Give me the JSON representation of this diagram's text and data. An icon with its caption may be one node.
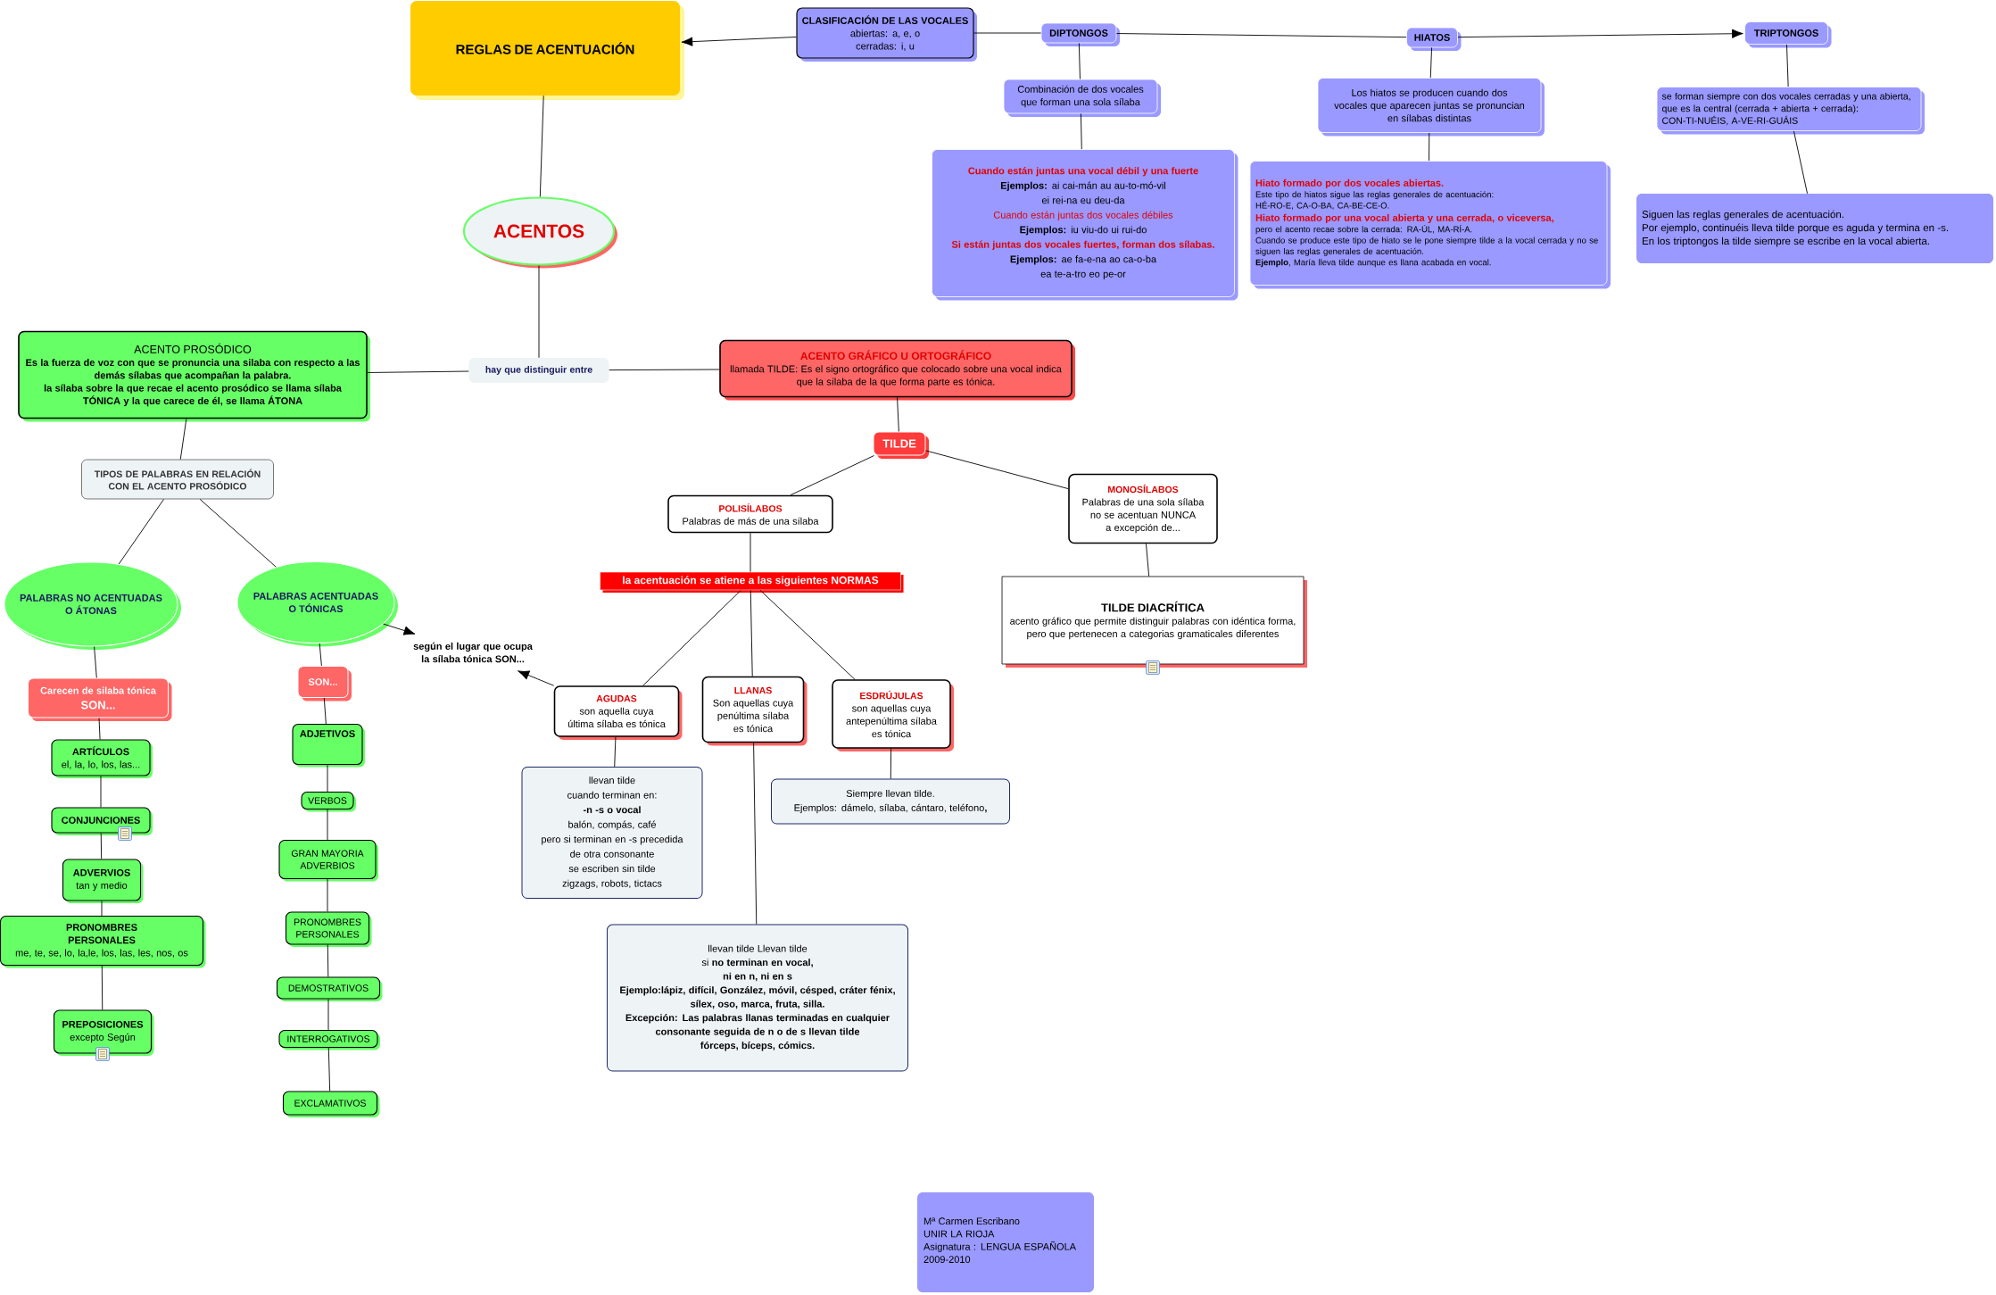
{
  "diagram": {
    "nodes": [
      {
        "text": [
          "REGLAS DE ACENTUACIÓN"
        ]
      },
      {
        "text": [
          "CLASIFICACIÓN DE LAS VOCALES",
          "abiertas: a, e, o",
          "cerradas: i, u"
        ]
      },
      {
        "text": [
          "DIPTONGOS"
        ]
      },
      {
        "text": [
          "HIATOS"
        ]
      },
      {
        "text": [
          "TRIPTONGOS"
        ]
      },
      {
        "text": [
          "Combinación de dos vocales que forman una sola sílaba"
        ]
      },
      {
        "text": [
          "Los hiatos se producen cuando dos vocales que aparecen juntas se pronuncian en sílabas distintas"
        ]
      },
      {
        "text": [
          "se forman siempre con dos vocales cerradas y una abierta, que es la central (cerrada + abierta + cerrada):",
          "CON-TI-NUÉIS, A-VE-RI-GUÁIS"
        ]
      },
      {
        "text": [
          "Cuando están juntas una vocal débil y una fuerte",
          "**Ejemplos:** ai cai-mán au au-to-mó-vil",
          "ei rei-na eu deu-da",
          "Cuando están juntas dos vocales débiles",
          "**Ejemplos:** iu viu-do ui rui-do",
          "Si están juntas dos vocales fuertes, forman dos sílabas.",
          "**Ejemplos:** ae fa-e-na ao ca-o-ba",
          "ea te-a-tro eo pe-or"
        ]
      },
      {
        "text": [
          "Hiato formado por dos vocales abiertas.",
          "Este tipo de hiatos sigue las reglas generales de acentuación:",
          "HÉ-RO-E, CA-O-BA, CA-BE-CE-O.",
          "Hiato formado por una vocal abierta y una cerrada, o viceversa,",
          "pero el acento recae sobre la cerrada: RA-ÚL, MA-RÍ-A.",
          "Cuando se produce este tipo de hiato se le pone siempre tilde a la vocal cerrada y no se siguen las reglas generales de acentuación.",
          "**Ejemplo**, María lleva tilde aunque es llana acabada en vocal."
        ]
      },
      {
        "text": [
          "Siguen las reglas generales de acentuación.",
          "Por ejemplo, continuéis lleva tilde porque es aguda y termina en -s.",
          "En los triptongos la tilde siempre se escribe en la vocal abierta."
        ]
      },
      {
        "text": [
          "ACENTOS"
        ]
      },
      {
        "text": [
          "ACENTO PROSÓDICO",
          "Es la fuerza de voz con que se pronuncia una silaba con respecto a las demás sílabas que acompañan la palabra.",
          "la sílaba sobre la que recae el acento prosódico se llama sílaba TÓNICA y la que carece de él, se llama ÁTONA"
        ]
      },
      {
        "text": [
          "hay que distinguir entre"
        ]
      },
      {
        "text": [
          "ACENTO GRÁFICO U ORTOGRÁFICO",
          "llamada TILDE: Es el signo ortográfico que colocado sobre una vocal indica que la sílaba de la que forma parte es tónica."
        ]
      },
      {
        "text": [
          "TILDE"
        ]
      },
      {
        "text": [
          "TIPOS DE PALABRAS EN RELACIÓN CON EL ACENTO PROSÓDICO"
        ]
      },
      {
        "text": [
          "POLISÍLABOS",
          "Palabras de más de una sílaba"
        ]
      },
      {
        "text": [
          "MONOSÍLABOS",
          "Palabras de una sola sílaba",
          "no se acentuan NUNCA a excepción de..."
        ]
      },
      {
        "text": [
          "la acentuación se atiene a las siguientes NORMAS"
        ]
      },
      {
        "text": [
          "TILDE DIACRÍTICA",
          "acento gráfico que permite distinguir palabras con idéntica forma, pero que pertenecen a categorias gramaticales diferentes"
        ]
      },
      {
        "text": [
          "PALABRAS NO ACENTUADAS O ÁTONAS"
        ]
      },
      {
        "text": [
          "PALABRAS ACENTUADAS O TÓNICAS"
        ]
      },
      {
        "text": [
          "según el lugar que ocupa la sílaba tónica SON..."
        ]
      },
      {
        "text": [
          "AGUDAS",
          "son aquella cuya última sílaba es tónica"
        ]
      },
      {
        "text": [
          "LLANAS",
          "Son aquellas cuya penúltima sílaba es tónica"
        ]
      },
      {
        "text": [
          "ESDRÚJULAS",
          "son aquellas cuya antepenúltima sílaba es tónica"
        ]
      },
      {
        "text": [
          "Carecen de silaba tónica",
          "SON..."
        ]
      },
      {
        "text": [
          "SON..."
        ]
      },
      {
        "text": [
          "ARTÍCULOS",
          "el, la, lo, los, las..."
        ]
      },
      {
        "text": [
          "ADJETIVOS"
        ]
      },
      {
        "text": [
          "llevan tilde",
          "cuando terminan en:",
          "-n -s o vocal",
          "balón, compás, café",
          "pero si terminan en -s precedida de otra consonante",
          "se escriben sin tilde",
          "zigzags, robots, tictacs"
        ]
      },
      {
        "text": [
          "Siempre llevan tilde.",
          "Ejemplos: dámelo, sílaba, cántaro, teléfono**,**"
        ]
      },
      {
        "text": [
          "VERBOS"
        ]
      },
      {
        "text": [
          "CONJUNCIONES"
        ]
      },
      {
        "text": [
          "GRAN MAYORIA ADVERBIOS"
        ]
      },
      {
        "text": [
          "ADVERVIOS",
          "tan y medio"
        ]
      },
      {
        "text": [
          "PRONOMBRES PERSONALES",
          "me, te, se, lo, la,le, los, las, les, nos, os"
        ]
      },
      {
        "text": [
          "PRONOMBRES PERSONALES"
        ]
      },
      {
        "text": [
          "llevan tilde Llevan tilde",
          "si **no terminan en vocal,**",
          "ni en n, ni en s",
          "Ejemplo:lápiz, difícil, González, móvil, césped, cráter fénix, sílex, oso, marca, fruta, silla.",
          "Excepción: Las palabras llanas terminadas en cualquier consonante seguida de n o de s llevan tilde",
          "fórceps, bíceps, cómics."
        ]
      },
      {
        "text": [
          "DEMOSTRATIVOS"
        ]
      },
      {
        "text": [
          "PREPOSICIONES",
          "excepto Según"
        ]
      },
      {
        "text": [
          "INTERROGATIVOS"
        ]
      },
      {
        "text": [
          "EXCLAMATIVOS"
        ]
      },
      {
        "text": [
          "Mª Carmen Escribano",
          "UNIR LA RIOJA",
          "Asignatura : LENGUA ESPAÑOLA",
          "2009-2010"
        ]
      }
    ],
    "edges": [
      {
        "from": 1,
        "to": 0,
        "arrow": "to"
      },
      {
        "from": 1,
        "to": 2,
        "arrow": "none"
      },
      {
        "from": 2,
        "to": 3,
        "arrow": "none"
      },
      {
        "from": 3,
        "to": 4,
        "arrow": "to"
      },
      {
        "from": 2,
        "to": 5,
        "arrow": "none"
      },
      {
        "from": 5,
        "to": 8,
        "arrow": "none"
      },
      {
        "from": 3,
        "to": 6,
        "arrow": "none"
      },
      {
        "from": 6,
        "to": 9,
        "arrow": "none"
      },
      {
        "from": 4,
        "to": 7,
        "arrow": "none"
      },
      {
        "from": 7,
        "to": 10,
        "arrow": "none"
      },
      {
        "from": 0,
        "to": 11,
        "arrow": "none"
      },
      {
        "from": 11,
        "to": 13,
        "arrow": "none"
      },
      {
        "from": 13,
        "to": 12,
        "arrow": "none"
      },
      {
        "from": 13,
        "to": 14,
        "arrow": "none"
      },
      {
        "from": 14,
        "to": 15,
        "arrow": "none"
      },
      {
        "from": 15,
        "to": 17,
        "arrow": "none"
      },
      {
        "from": 15,
        "to": 18,
        "arrow": "none"
      },
      {
        "from": 17,
        "to": 19,
        "arrow": "none"
      },
      {
        "from": 18,
        "to": 20,
        "arrow": "none"
      },
      {
        "from": 19,
        "to": 24,
        "arrow": "none"
      },
      {
        "from": 19,
        "to": 25,
        "arrow": "none"
      },
      {
        "from": 19,
        "to": 26,
        "arrow": "none"
      },
      {
        "from": 24,
        "to": 31,
        "arrow": "none"
      },
      {
        "from": 25,
        "to": 39,
        "arrow": "none"
      },
      {
        "from": 26,
        "to": 32,
        "arrow": "none"
      },
      {
        "from": 12,
        "to": 16,
        "arrow": "none"
      },
      {
        "from": 16,
        "to": 21,
        "arrow": "none"
      },
      {
        "from": 16,
        "to": 22,
        "arrow": "none"
      },
      {
        "from": 22,
        "to": 23,
        "arrow": "to"
      },
      {
        "from": 24,
        "to": 23,
        "arrow": "to"
      },
      {
        "from": 21,
        "to": 27,
        "arrow": "none"
      },
      {
        "from": 27,
        "to": 29,
        "arrow": "none"
      },
      {
        "from": 29,
        "to": 34,
        "arrow": "none"
      },
      {
        "from": 34,
        "to": 36,
        "arrow": "none"
      },
      {
        "from": 36,
        "to": 37,
        "arrow": "none"
      },
      {
        "from": 37,
        "to": 41,
        "arrow": "none"
      },
      {
        "from": 22,
        "to": 28,
        "arrow": "none"
      },
      {
        "from": 28,
        "to": 30,
        "arrow": "none"
      },
      {
        "from": 30,
        "to": 33,
        "arrow": "none"
      },
      {
        "from": 33,
        "to": 35,
        "arrow": "none"
      },
      {
        "from": 35,
        "to": 38,
        "arrow": "none"
      },
      {
        "from": 38,
        "to": 40,
        "arrow": "none"
      },
      {
        "from": 40,
        "to": 42,
        "arrow": "none"
      },
      {
        "from": 42,
        "to": 43,
        "arrow": "none"
      }
    ]
  }
}
